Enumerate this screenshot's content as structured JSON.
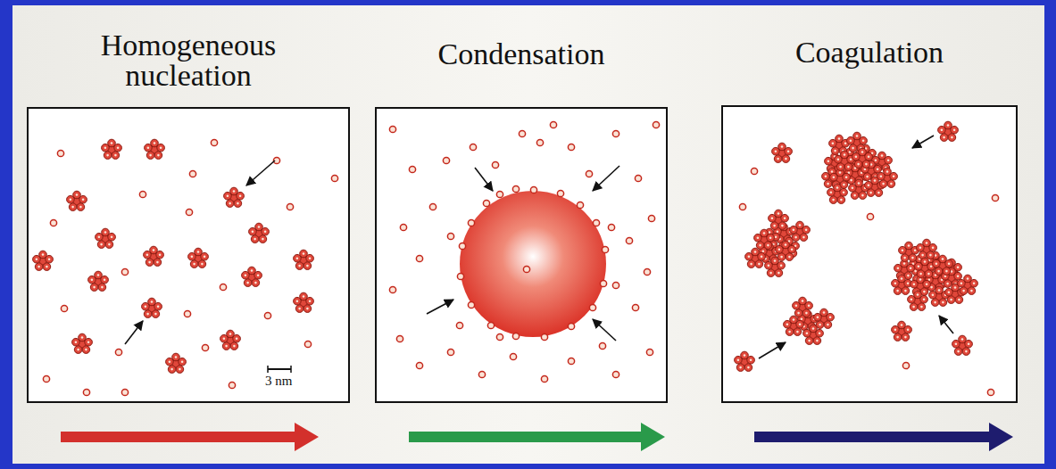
{
  "diagram": {
    "nodes": [
      {
        "text": [
          "Homogeneous nucleation"
        ]
      },
      {
        "text": [
          "Condensation"
        ]
      },
      {
        "text": [
          "Coagulation"
        ]
      }
    ],
    "labels": [
      "3 nm"
    ]
  }
}
